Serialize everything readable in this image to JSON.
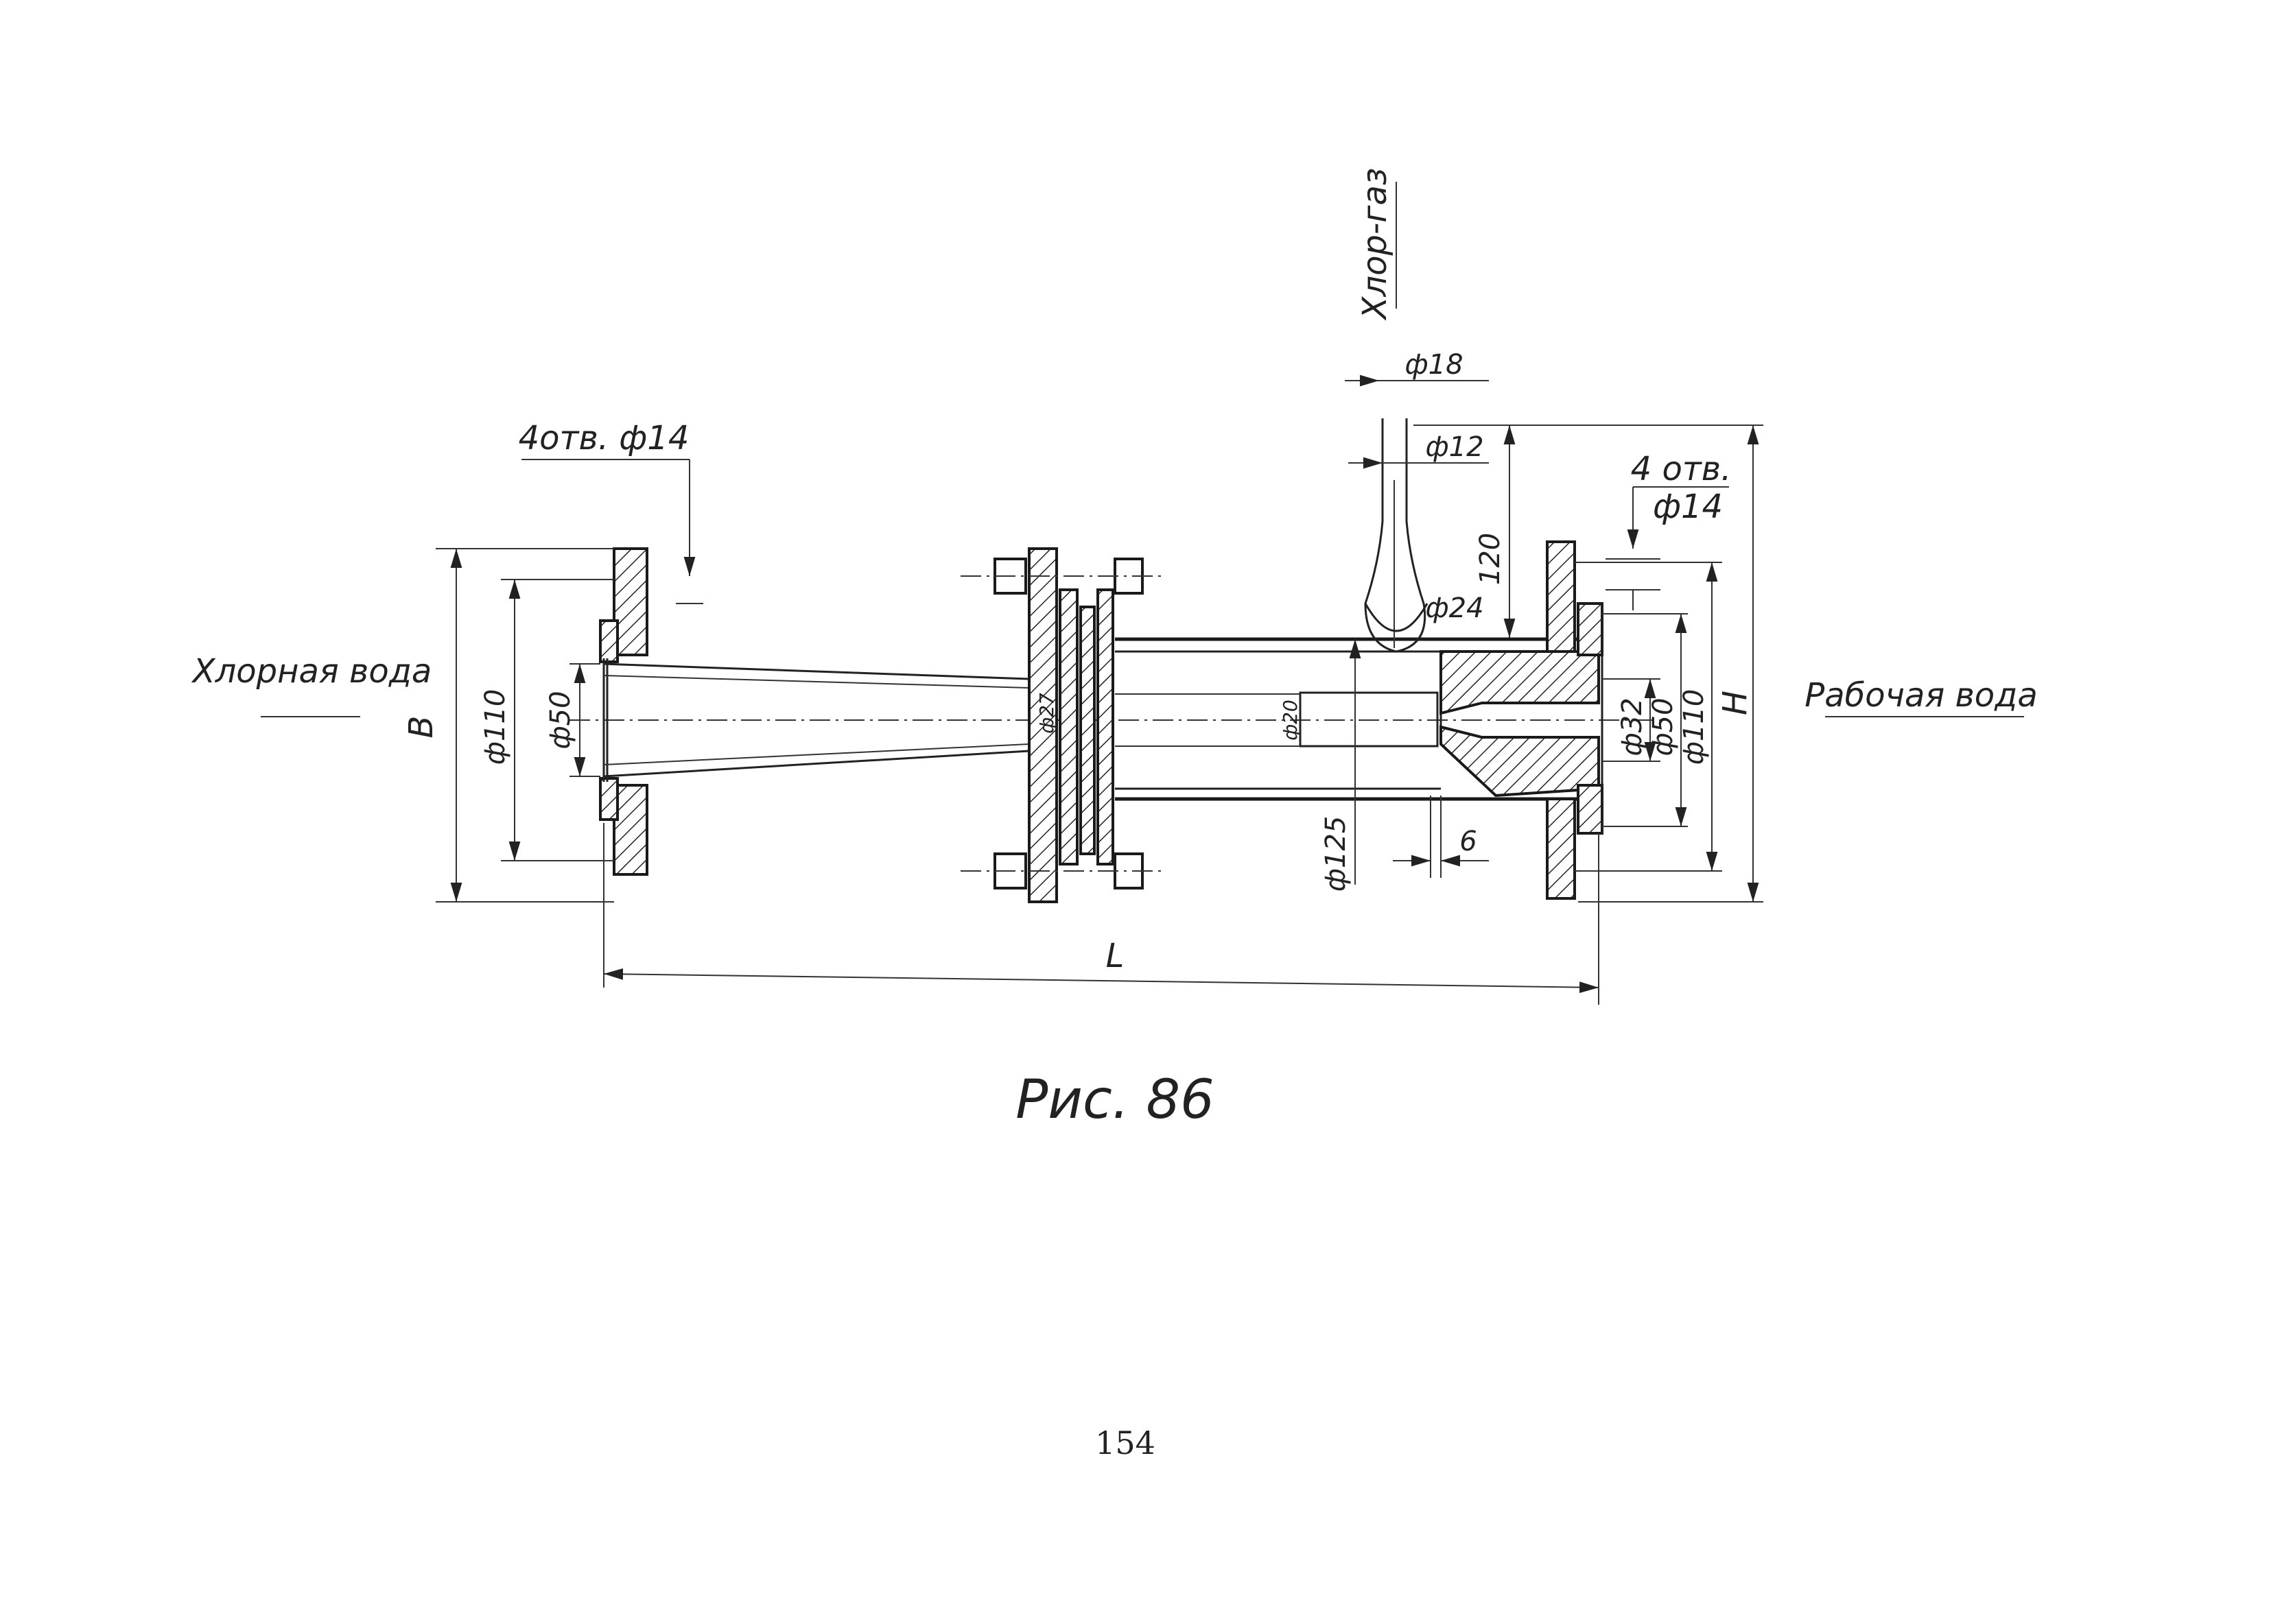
{
  "labels": {
    "inlet": "Хлорная вода",
    "outlet": "Рабочая вода",
    "gas": "Хлор-газ",
    "holes_left": "4отв. ф14",
    "holes_right_1": "4 отв.",
    "holes_right_2": "ф14",
    "caption": "Рис. 86",
    "page_number": "154"
  },
  "dims": {
    "B": "B",
    "d110_left": "ф110",
    "d50": "ф50",
    "d20": "ф20",
    "d18": "ф18",
    "d12": "ф12",
    "d24": "ф24",
    "h120": "120",
    "d125": "ф125",
    "six": "6",
    "d32": "ф32",
    "d50_right": "ф50",
    "d110_right": "ф110",
    "H": "H",
    "L": "L",
    "d27": "ф27"
  },
  "colors": {
    "ink": "#222222",
    "paper": "#ffffff"
  }
}
